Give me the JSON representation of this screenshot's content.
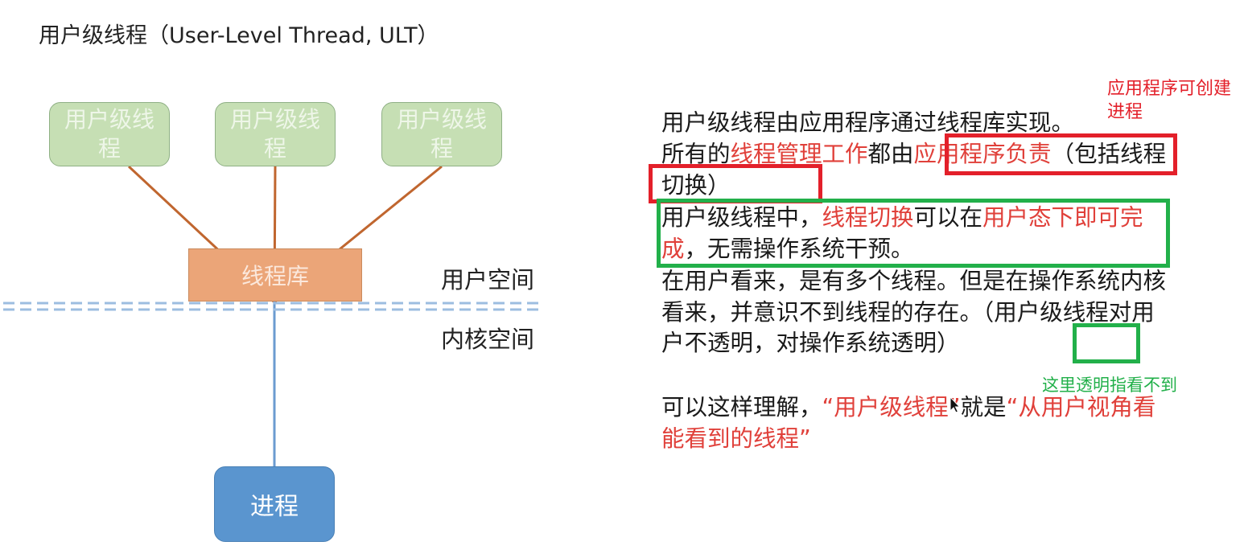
{
  "title": "用户级线程（User-Level Thread, ULT）",
  "diagram": {
    "ult_nodes": [
      "用户级线程",
      "用户级线程",
      "用户级线程"
    ],
    "thread_library": "线程库",
    "process": "进程",
    "user_space": "用户空间",
    "kernel_space": "内核空间"
  },
  "text": {
    "p1": "用户级线程由应用程序通过线程库实现。",
    "p2": {
      "s1": "所有的",
      "s2_red": "线程管理工作",
      "s3": "都由",
      "s4_red": "应用程序负责",
      "s5": "（包括线程切换）"
    },
    "p3": {
      "s1": "用户级线程中，",
      "s2_red": "线程切换",
      "s3": "可以在",
      "s4_red": "用户态下即可完成",
      "s5": "，无需操作系统干预。"
    },
    "p4": "在用户看来，是有多个线程。但是在操作系统内核看来，并意识不到线程的存在。（用户级线程对用户不透明，对操作系统透明）",
    "p5": {
      "s1": "可以这样理解，",
      "s2_red": "“用户级线程”",
      "s3": "就是",
      "s4_red": "“从用户视角看能看到的线程”"
    }
  },
  "annotations": {
    "red_note": "应用程序可创建进程",
    "green_note": "这里透明指看不到"
  },
  "colors": {
    "ult_fill": "#c6dfb4",
    "library_fill": "#eba578",
    "process_fill": "#5a95cf",
    "link_orange": "#c0662f",
    "link_blue": "#6b9bd0",
    "divider": "#9cbde0",
    "emphasis_red": "#e0403a",
    "frame_red": "#e3202a",
    "frame_green": "#22b04a"
  }
}
